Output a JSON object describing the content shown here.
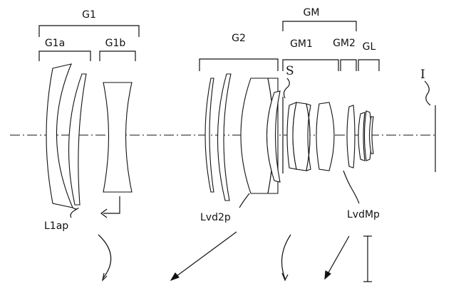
{
  "groups": {
    "g1": "G1",
    "g1a": "G1a",
    "g1b": "G1b",
    "g2": "G2",
    "gm": "GM",
    "gm1": "GM1",
    "gm2": "GM2",
    "gl": "GL"
  },
  "markers": {
    "stop": "S",
    "image_plane": "I"
  },
  "callouts": {
    "l1ap": "L1ap",
    "lvd2p": "Lvd2p",
    "lvdmp": "LvdMp"
  }
}
